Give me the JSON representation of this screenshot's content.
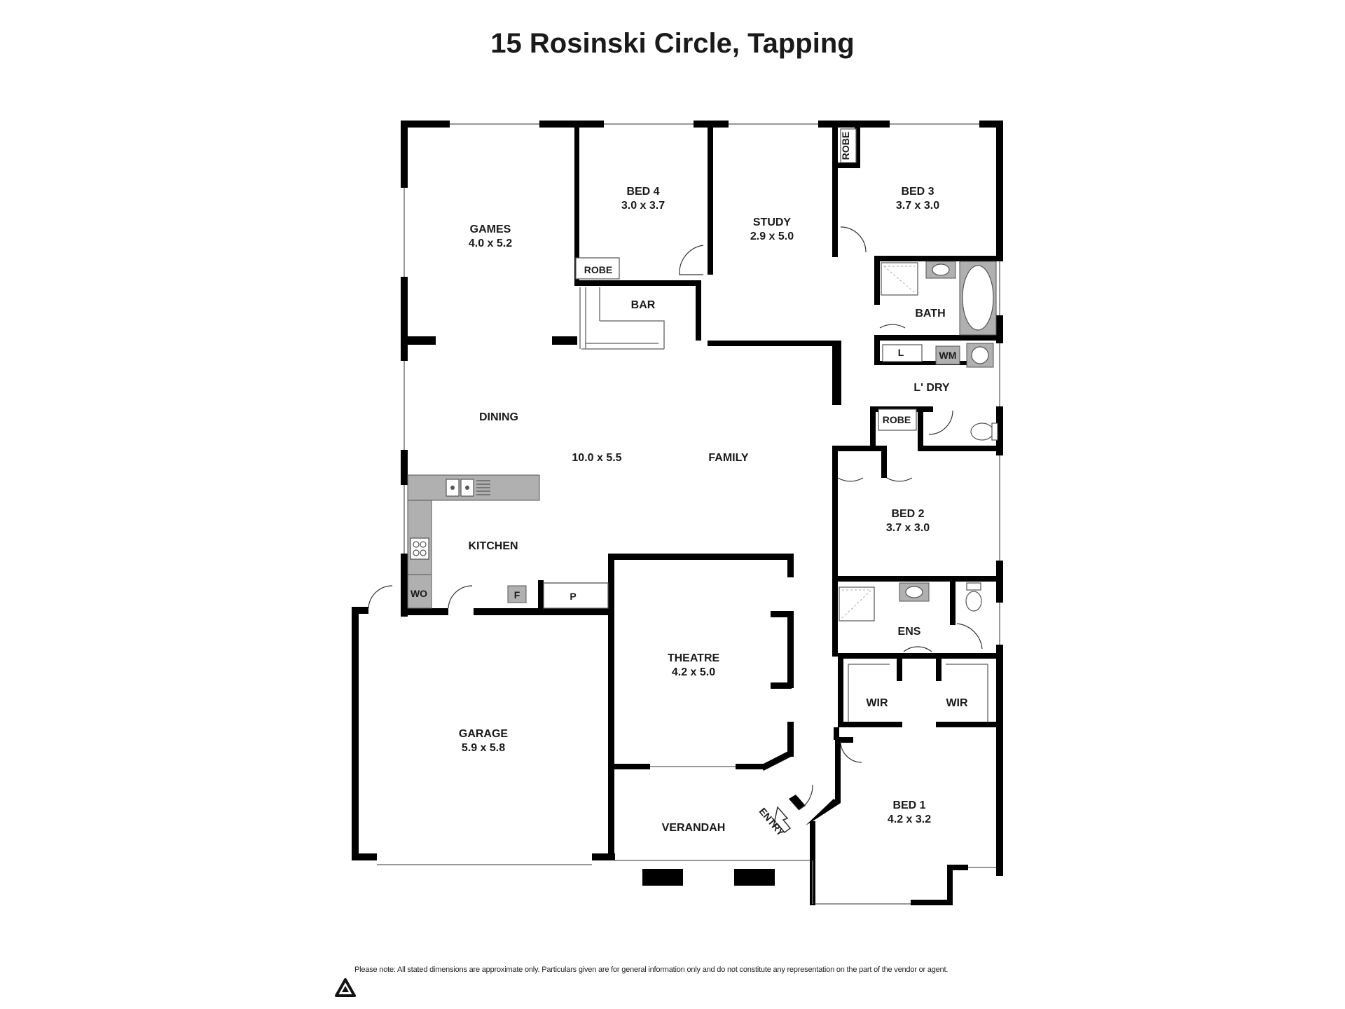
{
  "title": "15 Rosinski Circle, Tapping",
  "rooms": {
    "games": {
      "name": "GAMES",
      "dims": "4.0 x 5.2"
    },
    "bed4": {
      "name": "BED 4",
      "dims": "3.0 x 3.7"
    },
    "study": {
      "name": "STUDY",
      "dims": "2.9 x 5.0"
    },
    "bed3": {
      "name": "BED 3",
      "dims": "3.7 x 3.0"
    },
    "robe_bed3": "ROBE",
    "robe_bed4": "ROBE",
    "bar": "BAR",
    "bath": "BATH",
    "linen": "L",
    "wm": "WM",
    "laundry": "L' DRY",
    "robe_bed2": "ROBE",
    "dining": "DINING",
    "living_dims": "10.0 x 5.5",
    "family": "FAMILY",
    "bed2": {
      "name": "BED 2",
      "dims": "3.7 x 3.0"
    },
    "kitchen": "KITCHEN",
    "wo": "WO",
    "fridge": "F",
    "pantry": "P",
    "theatre": {
      "name": "THEATRE",
      "dims": "4.2 x 5.0"
    },
    "ens": "ENS",
    "wir_left": "WIR",
    "wir_right": "WIR",
    "garage": {
      "name": "GARAGE",
      "dims": "5.9 x 5.8"
    },
    "verandah": "VERANDAH",
    "entry": "ENTRY",
    "bed1": {
      "name": "BED 1",
      "dims": "4.2 x 3.2"
    }
  },
  "disclaimer": "Please note: All stated dimensions are approximate only. Particulars given are for general information only and do not constitute any representation on the part of the vendor or agent.",
  "colors": {
    "wall": "#000000",
    "fixture": "#b0b0b0"
  },
  "icons": {
    "logo": "recycle-triangle-icon",
    "entry": "entry-arrow-icon"
  }
}
